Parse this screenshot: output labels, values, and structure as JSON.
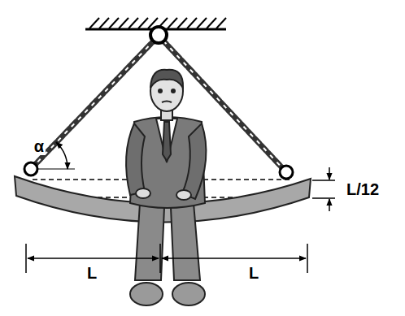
{
  "diagram": {
    "labels": [
      "α",
      "L/12",
      "L",
      "L"
    ]
  }
}
